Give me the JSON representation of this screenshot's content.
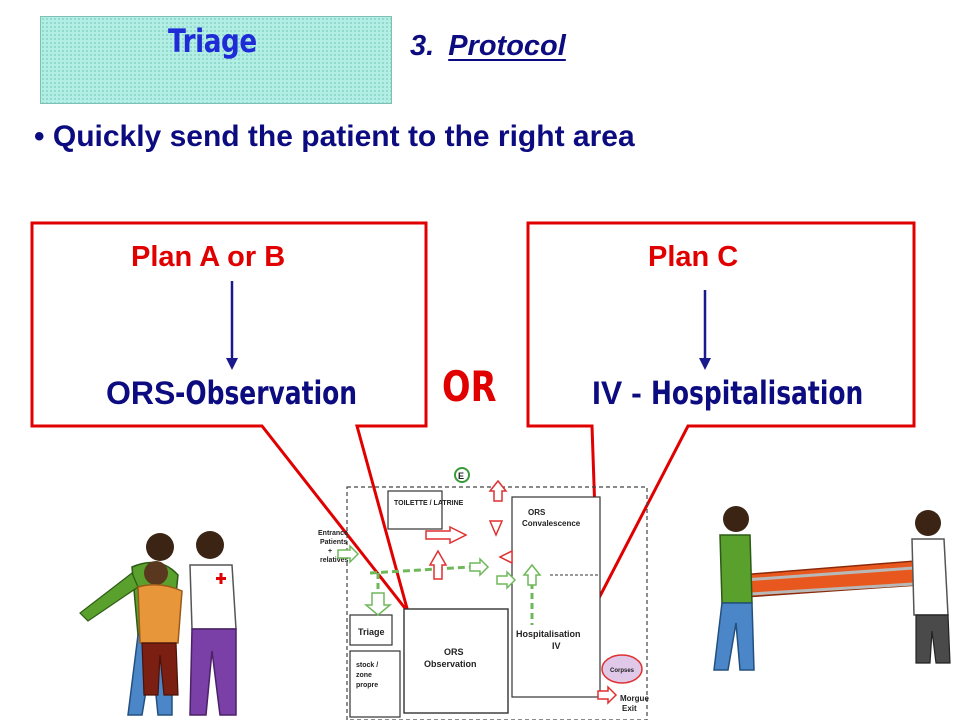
{
  "header": {
    "badge": "Triage",
    "number": "3.",
    "title": "Protocol"
  },
  "bullet": {
    "glyph": "•",
    "text": "Quickly send the patient to the right area"
  },
  "left_callout": {
    "plan": "Plan A or B",
    "result_strong": "ORS",
    "result_rest": "-Observation"
  },
  "connector": "OR",
  "right_callout": {
    "plan": "Plan C",
    "result_strong": "IV -",
    "result_rest": "Hospitalisation"
  },
  "floor_plan": {
    "toilet": "TOILETTE / LATRINE",
    "entrance": [
      "Entrance",
      "Patients",
      "+",
      "relatives"
    ],
    "triage": "Triage",
    "stock": [
      "stock /",
      "zone",
      "propre"
    ],
    "ors_observation": [
      "ORS",
      "Observation"
    ],
    "ors_convalescence": [
      "ORS",
      "Convalescence"
    ],
    "hospitalisation": [
      "Hospitalisation",
      "IV"
    ],
    "corpses": "Corpses",
    "morgue_exit": [
      "Morgue",
      "Exit"
    ],
    "marker": "E"
  },
  "colors": {
    "callout_border": "#e10000",
    "arrow": "#1a1a8c",
    "title_text": "#0c0c80",
    "triage_badge": "#b3eee4"
  }
}
